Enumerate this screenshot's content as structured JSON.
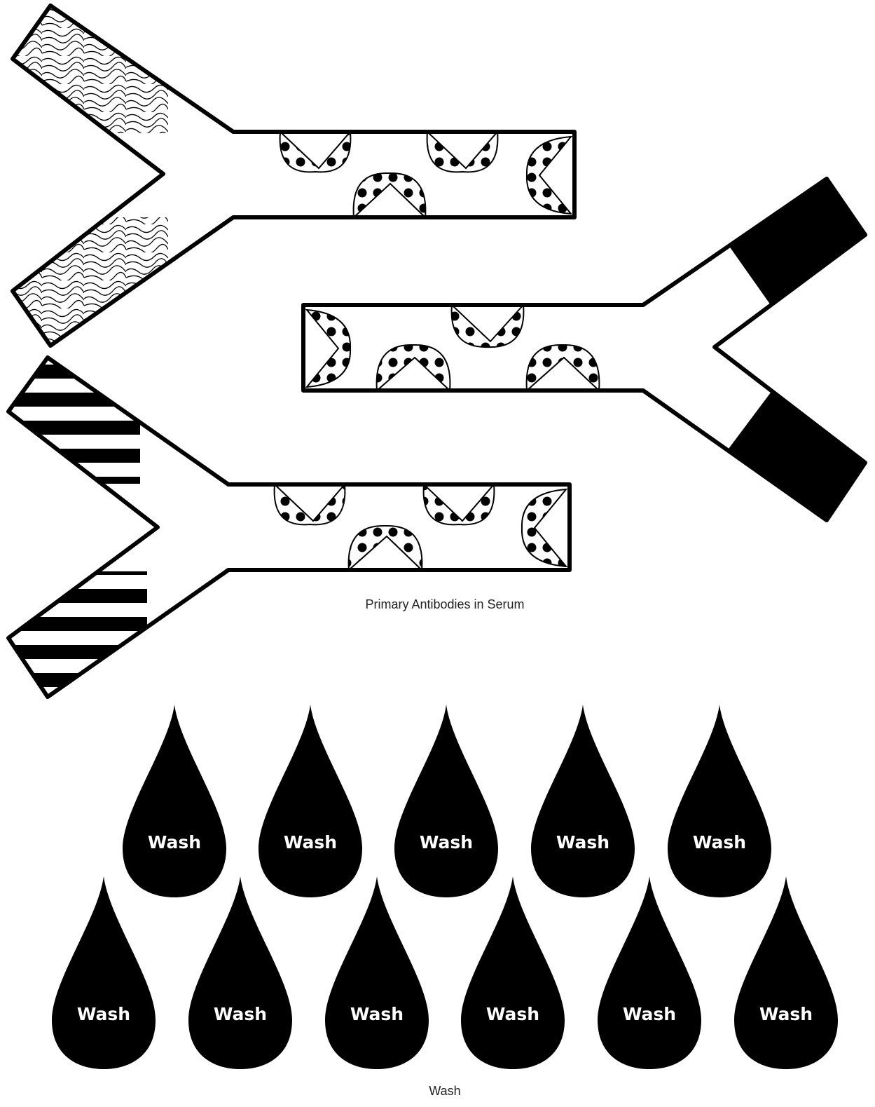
{
  "labels": {
    "antibodies_caption": "Primary Antibodies in Serum",
    "wash_caption": "Wash"
  },
  "antibodies": [
    {
      "tip_pattern": "topographic",
      "orientation": "left"
    },
    {
      "tip_pattern": "solid",
      "orientation": "right"
    },
    {
      "tip_pattern": "striped",
      "orientation": "left"
    }
  ],
  "wash_drops": [
    {
      "label": "Wash"
    },
    {
      "label": "Wash"
    },
    {
      "label": "Wash"
    },
    {
      "label": "Wash"
    },
    {
      "label": "Wash"
    },
    {
      "label": "Wash"
    },
    {
      "label": "Wash"
    },
    {
      "label": "Wash"
    },
    {
      "label": "Wash"
    },
    {
      "label": "Wash"
    },
    {
      "label": "Wash"
    }
  ],
  "colors": {
    "ink": "#000000",
    "paper": "#ffffff",
    "caption": "#222222"
  }
}
